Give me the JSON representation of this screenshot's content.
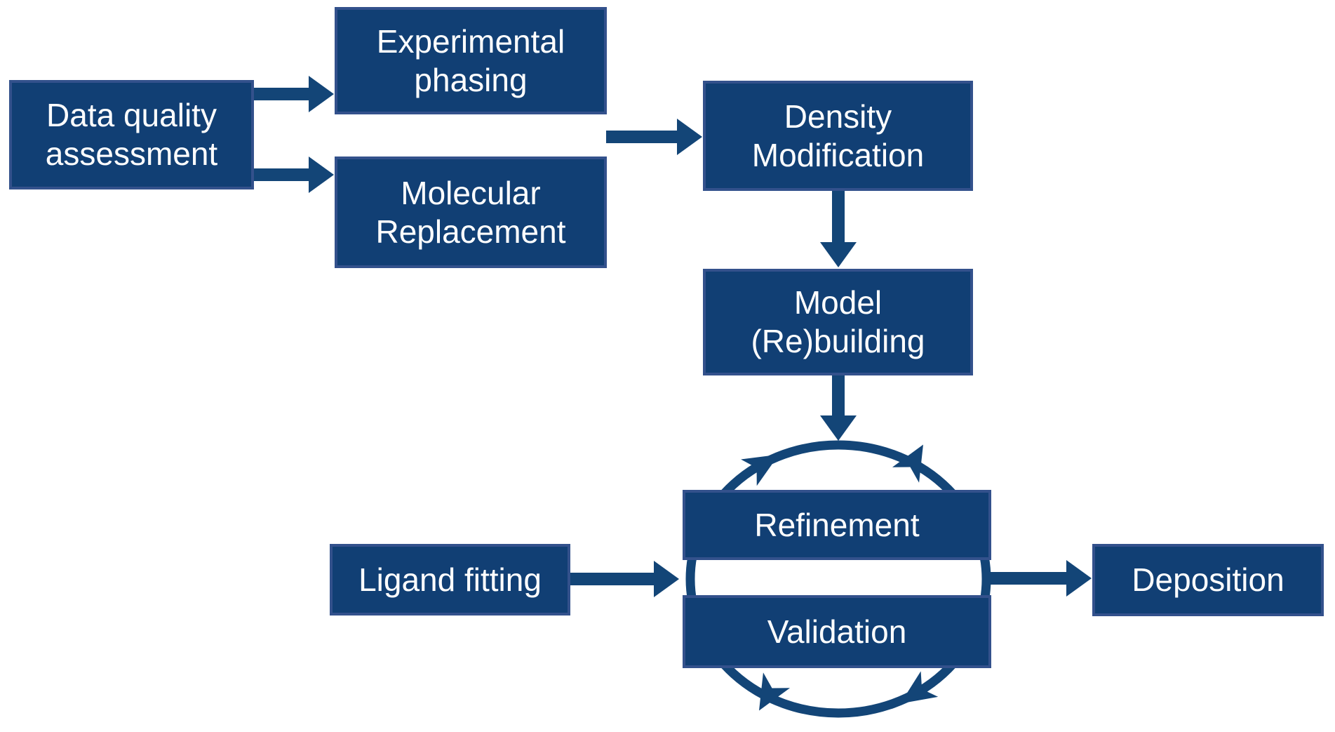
{
  "diagram": {
    "title_context": "Crystallographic structure solution workflow",
    "colors": {
      "background": "#FFFFFF",
      "box_fill": "#113F74",
      "box_border": "#33518C",
      "arrow_ink": "#134577",
      "text_color": "#FFFFFF"
    },
    "boxes": [
      {
        "id": "data-quality-assessment",
        "lines": [
          "Data quality",
          "assessment"
        ],
        "label": "Data quality assessment"
      },
      {
        "id": "experimental-phasing",
        "lines": [
          "Experimental",
          "phasing"
        ],
        "label": "Experimental phasing"
      },
      {
        "id": "molecular-replacement",
        "lines": [
          "Molecular",
          "Replacement"
        ],
        "label": "Molecular Replacement"
      },
      {
        "id": "density-modification",
        "lines": [
          "Density",
          "Modification"
        ],
        "label": "Density Modification"
      },
      {
        "id": "model-rebuilding",
        "lines": [
          "Model",
          "(Re)building"
        ],
        "label": "Model (Re)building"
      },
      {
        "id": "refinement",
        "lines": [
          "Refinement"
        ],
        "label": "Refinement"
      },
      {
        "id": "validation",
        "lines": [
          "Validation"
        ],
        "label": "Validation"
      },
      {
        "id": "ligand-fitting",
        "lines": [
          "Ligand fitting"
        ],
        "label": "Ligand fitting"
      },
      {
        "id": "deposition",
        "lines": [
          "Deposition"
        ],
        "label": "Deposition"
      }
    ],
    "edges": [
      {
        "from": "data-quality-assessment",
        "to": "experimental-phasing"
      },
      {
        "from": "data-quality-assessment",
        "to": "molecular-replacement"
      },
      {
        "from": [
          "experimental-phasing",
          "molecular-replacement"
        ],
        "to": "density-modification"
      },
      {
        "from": "density-modification",
        "to": "model-rebuilding"
      },
      {
        "from": "model-rebuilding",
        "to": "refinement-validation-cycle"
      },
      {
        "from": "ligand-fitting",
        "to": "refinement-validation-cycle"
      },
      {
        "from": "refinement-validation-cycle",
        "to": "deposition"
      }
    ],
    "cycle": {
      "id": "refinement-validation-cycle",
      "members": [
        "refinement",
        "validation"
      ],
      "direction": "clockwise",
      "arrowhead_count": 4
    }
  }
}
